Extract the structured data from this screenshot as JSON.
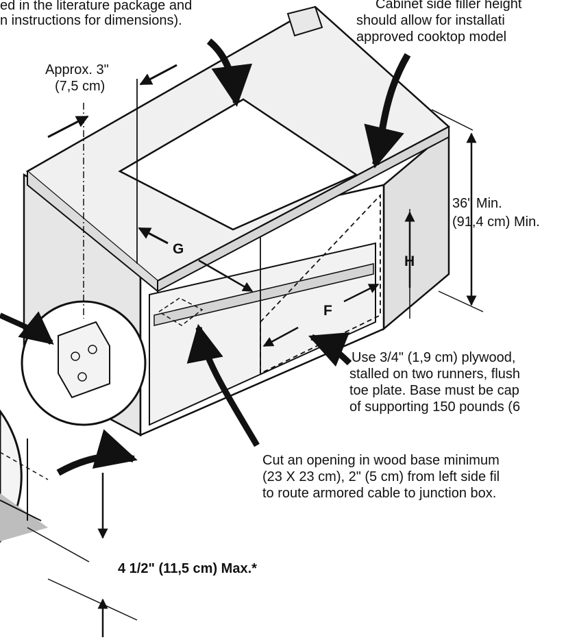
{
  "labels": {
    "top_left_line1": "ed in the literature package and",
    "top_left_line2": "n instructions for dimensions).",
    "top_right_line1": "Cabinet side filler height",
    "top_right_line2": "should allow for installati",
    "top_right_line3": "approved cooktop model",
    "approx_line1": "Approx. 3\"",
    "approx_line2": "(7,5 cm)",
    "height_line1": "36\" Min.",
    "height_line2": "(91,4 cm) Min.",
    "letter_g": "G",
    "letter_h": "H",
    "letter_f": "F",
    "plywood_line1": "Use 3/4\" (1,9 cm) plywood,",
    "plywood_line2": "stalled on two runners, flush",
    "plywood_line3": "toe plate. Base must be cap",
    "plywood_line4": "of supporting 150 pounds (6",
    "cut_line1": "Cut an opening in wood base minimum",
    "cut_line2": "(23 X 23 cm), 2\" (5 cm) from left side fil",
    "cut_line3": "to route armored cable to junction box.",
    "max_label": "4 1/2\" (11,5 cm) Max.*"
  },
  "colors": {
    "line": "#111111",
    "panel": "#ffffff",
    "shade": "#d9d9d9",
    "floor": "#bdbdbd"
  }
}
